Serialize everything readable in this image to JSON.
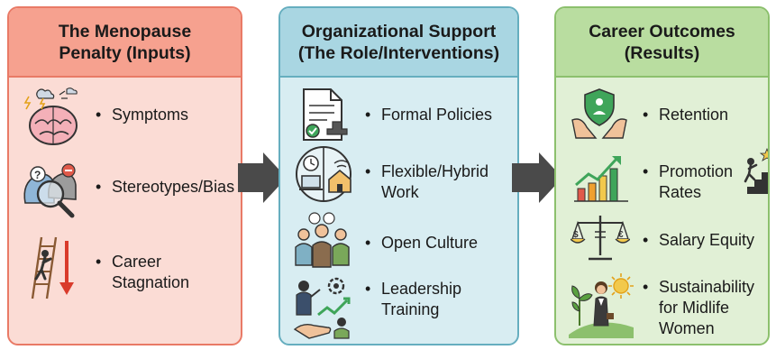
{
  "panels": [
    {
      "title_line1": "The Menopause",
      "title_line2": "Penalty (Inputs)",
      "items": [
        {
          "label": "Symptoms",
          "icon": "brain-with-weather-icon"
        },
        {
          "label": "Stereotypes/Bias",
          "icon": "magnifier-heads-icon"
        },
        {
          "label": "Career",
          "label2": "Stagnation",
          "icon": "ladder-down-arrow-icon"
        }
      ]
    },
    {
      "title_line1": "Organizational Support",
      "title_line2": "(The Role/Interventions)",
      "items": [
        {
          "label": "Formal Policies",
          "icon": "document-stamp-icon"
        },
        {
          "label": "Flexible/Hybrid",
          "label2": "Work",
          "icon": "laptop-home-icon"
        },
        {
          "label": "Open Culture",
          "icon": "group-conversation-icon"
        },
        {
          "label": "Leadership",
          "label2": "Training",
          "icon": "leader-training-icon"
        }
      ]
    },
    {
      "title_line1": "Career Outcomes",
      "title_line2": "(Results)",
      "items": [
        {
          "label": "Retention",
          "icon": "hands-shield-icon"
        },
        {
          "label": "Promotion",
          "label2": "Rates",
          "icon": "growth-chart-icon"
        },
        {
          "label": "Salary Equity",
          "icon": "balance-scale-icon"
        },
        {
          "label": "Sustainability",
          "label2": "for Midlife",
          "label3": "Women",
          "icon": "woman-plant-sun-icon"
        }
      ]
    }
  ],
  "bullet": "•",
  "colors": {
    "panel1_border": "#e97a66",
    "panel2_border": "#66aebf",
    "panel3_border": "#8cc06d",
    "arrow": "#4a4a4a"
  }
}
